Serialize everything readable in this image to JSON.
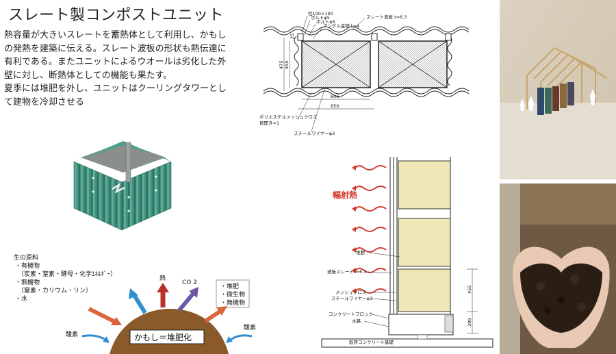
{
  "title": "スレート製コンポストユニット",
  "description": [
    "熱容量が大きいスレートを蓄熱体として利用し、かもし",
    "の発熱を建築に伝える。スレート波板の形状も熱伝達に",
    "有利である。またユニットによるウオールは劣化した外",
    "壁に対し、断熱体としての機能も果たす。",
    "夏季には堆肥を外し、ユニットはクーリングタワーとし",
    "て建物を冷却させる"
  ],
  "plan_drawing": {
    "labels": {
      "pillar": "柱100×100",
      "bolt1": "ボルトφ5",
      "bolt2": "ボルトφ5",
      "angle": "アングル金物 t=4",
      "slate": "スレート波板 t=6.3",
      "mesh1": "ポリエステルメッシュクロス",
      "mesh2": "目開き=1",
      "wire": "スチールワイヤーφ3"
    },
    "dims": {
      "w606": "606",
      "w650": "650",
      "h475": "475",
      "h455": "455",
      "top25": "25"
    }
  },
  "section_drawing": {
    "radiant_heat": "輻射熱",
    "labels": {
      "compost": "堆肥",
      "slate": "波板スレートt=6.3",
      "mesh": "メッシュクロス",
      "wire": "スチールワイヤーφ3",
      "block": "コンクリートブロック",
      "drain": "水路",
      "foundation": "既存コンクリート基礎"
    },
    "dims": {
      "h455": "455",
      "h200": "200"
    }
  },
  "composting": {
    "raw_materials_title": "生の原料",
    "raw_materials_lines": [
      "・有機物",
      "（炭素・窒素・酵母・化学ｴﾈﾙｷﾞｰ）",
      "・無機物",
      "（窒素・カリウム・リン）",
      "・水"
    ],
    "heat": "熱",
    "co2": "CO 2",
    "outputs": [
      "・堆肥",
      "・微生物",
      "・無機物"
    ],
    "oxygen_left": "酸素",
    "oxygen_right": "酸素",
    "mound_label": "かもし＝堆肥化"
  },
  "colors": {
    "teal": "#3f8f7d",
    "mound": "#8a5a2b",
    "arrow_orange": "#d9663a",
    "arrow_red": "#b8322a",
    "arrow_purple": "#6b57a6",
    "arrow_blue": "#2f8fd0",
    "compost_fill": "#efe7b5",
    "heat_red": "#d23b2b"
  }
}
